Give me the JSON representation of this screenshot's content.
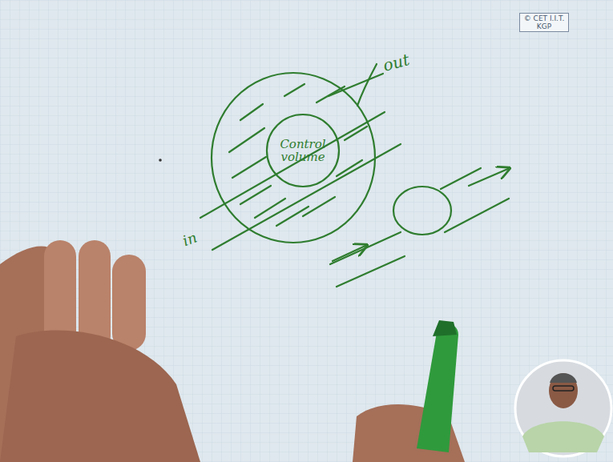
{
  "diagram": {
    "nodes": [
      {
        "text": [
          "Control volume"
        ]
      }
    ],
    "labels": [
      "in",
      "out",
      "© CET I.I.T. KGP"
    ]
  }
}
